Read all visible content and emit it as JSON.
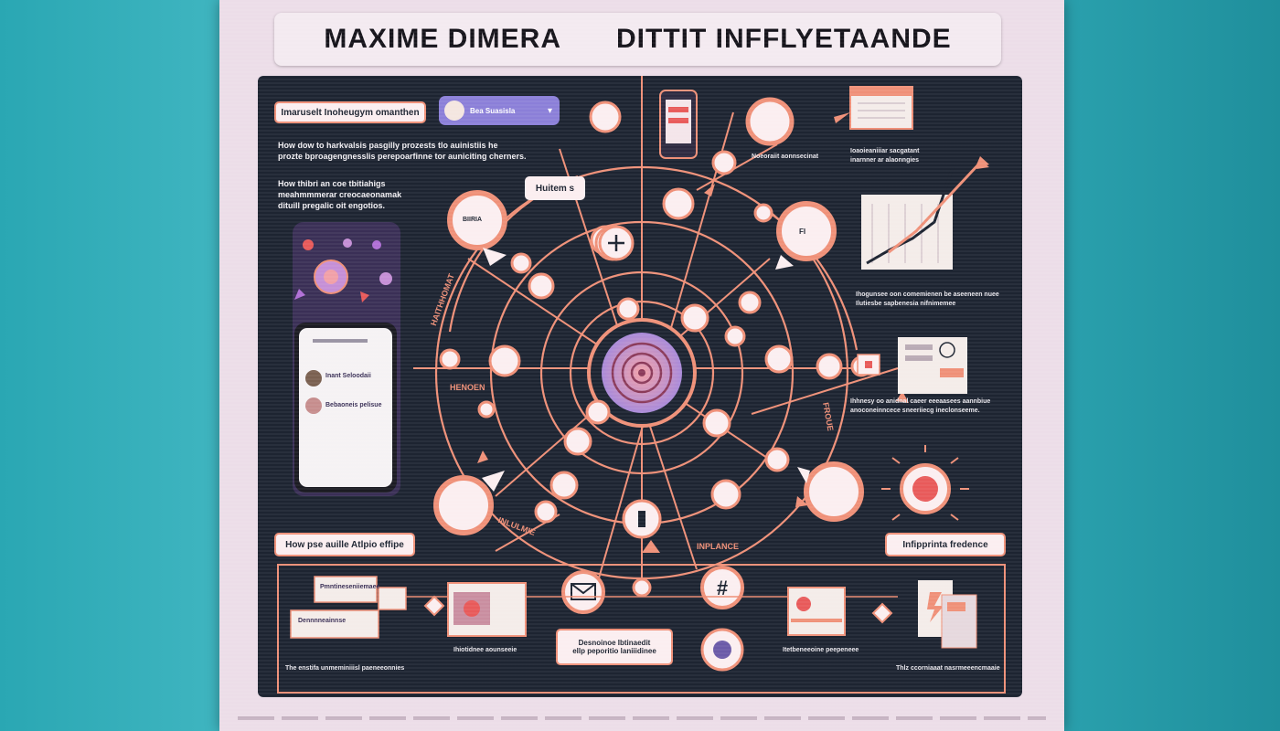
{
  "title": {
    "left": "MAXIME DIMERA",
    "right": "DITTIT  INFFLYETAANDE"
  },
  "labels": {
    "top_left_pill": "Imaruselt Inoheugym omanthen",
    "profile_name": "Bea Suasisla",
    "small_bubble": "Huitem s",
    "para1_line1": "How dow to harkvalsis pasgilly prozests tlo auinistiis he",
    "para1_line2": "prozte bproagengnesslis perepoarfinne tor auniciting cherners.",
    "para2_line1": "How thibri an coe tbitiahigs",
    "para2_line2": "meahmmmerar creocaeonamak",
    "para2_line3": "dituill pregalic oit engotios.",
    "left_bottom_pill": "How pse auille Atlpio effipe",
    "right_bottom_pill": "Infipprinta fredence",
    "center_bottom_box_line1": "Desnoinoe Ibtinaedit",
    "center_bottom_box_line2": "ellp peporitio laniiidinee",
    "arc_left": "HAITHHOMAT",
    "arc_left2": "HENOEN",
    "arc_right": "FROUE",
    "arc_bottom": "INPLANCE",
    "arc_bottom_left": "INLULMIE",
    "ring_label_tl": "BIIRIA",
    "ring_label_tr": "FI",
    "right_text1_line1": "Ioaoieaniiiar sacgatant",
    "right_text1_line2": "inarnner ar alaonngies",
    "right_text2_line1": "Ihogunsee oon comemienen be aseeneen nuee",
    "right_text2_line2": "Ilutiesbe sapbenesia nifnimemee",
    "right_text3_line1": "Ihhnesy oo anidnal caeer eeeaasees aannbiue",
    "right_text3_line2": "anoconeinncece sneeriiecg ineclonseeme.",
    "top_mid_text": "Noeoraiit aonnsecinat",
    "bottom_left_text": "The enstifa unmeminiiisl paeneeonnies",
    "bottom_right_text": "Thlz ccorniaaat nasrmeeencmaaie",
    "bottom_mid_text1": "Ihiotidnee aounseeie",
    "bottom_mid_text2": "Itetbeneeoine peepeneee",
    "phone_line1": "Inant Seloodaii",
    "phone_line2": "Bebaoneis pelisue",
    "chat1": "Pmntineseniiemaee",
    "chat2": "Dennnneainnse"
  },
  "icons": {
    "hub": "spiral-icon",
    "plus": "plus-icon",
    "megaphone": "megaphone-icon",
    "mail": "mail-icon",
    "hashtag": "hashtag-icon",
    "camera": "camera-icon",
    "calendar": "calendar-icon",
    "phone": "smartphone-icon",
    "chart": "line-chart-icon"
  },
  "colors": {
    "background": "#2aa7b3",
    "poster": "#ecdde8",
    "board": "#1d2431",
    "accent": "#ef9078",
    "node_fill": "#fbeef0",
    "profile": "#8b7fd8"
  }
}
